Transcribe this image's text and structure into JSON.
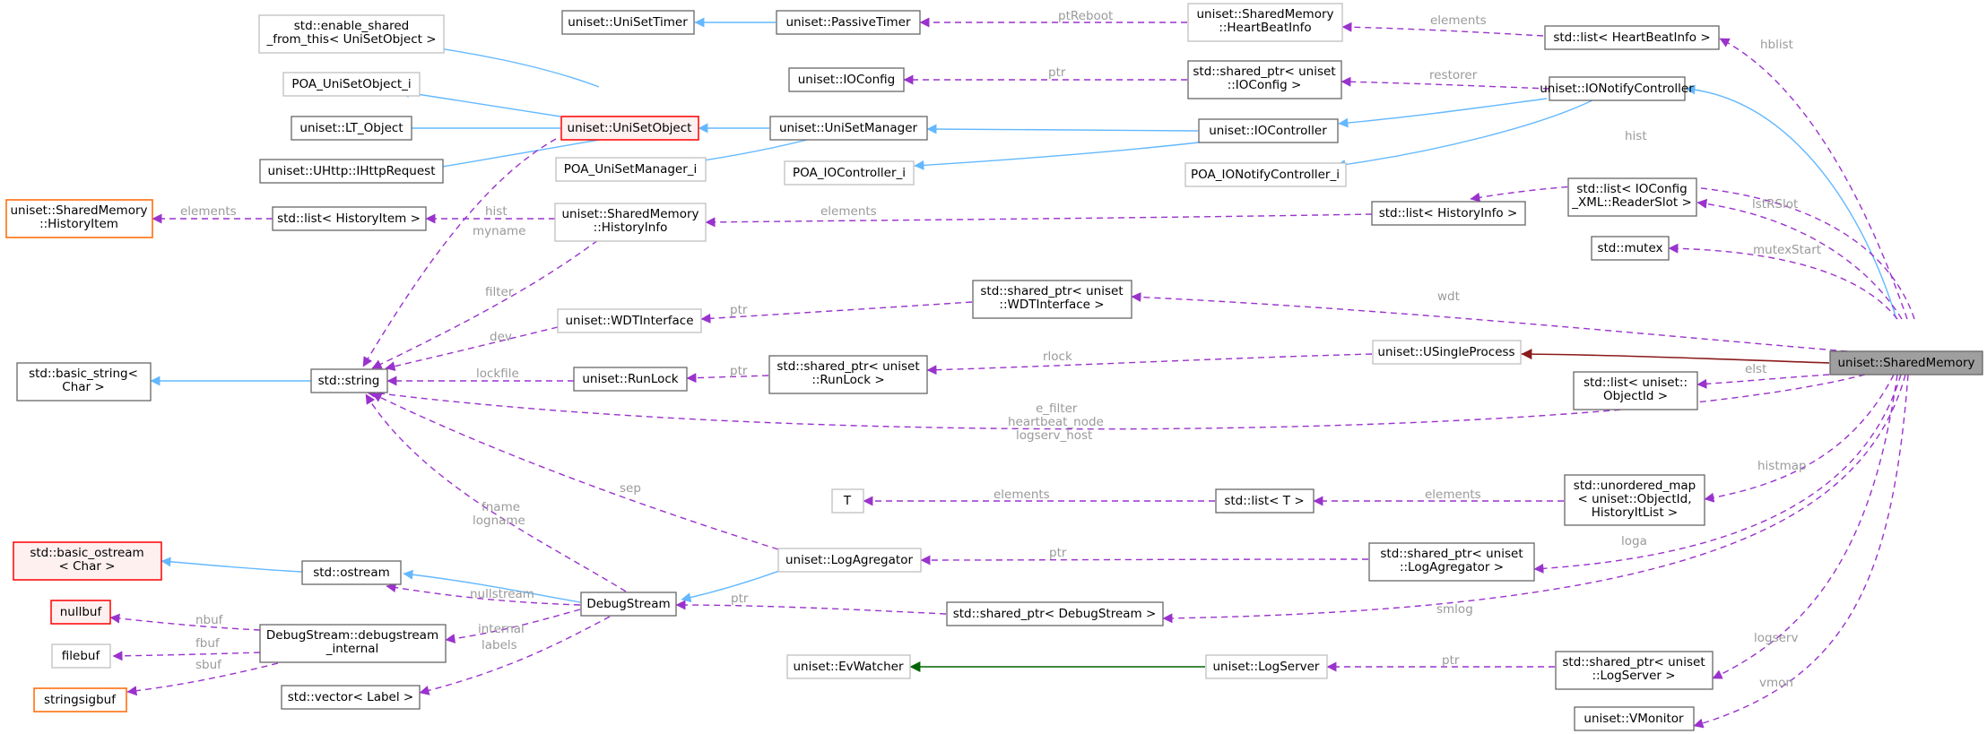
{
  "nodes": {
    "enable_shared": [
      "std::enable_shared",
      "_from_this< UniSetObject >"
    ],
    "poa_unisetobject": [
      "POA_UniSetObject_i"
    ],
    "lt_object": [
      "uniset::LT_Object"
    ],
    "ihttprequest": [
      "uniset::UHttp::IHttpRequest"
    ],
    "unisettimer": [
      "uniset::UniSetTimer"
    ],
    "passivetimer": [
      "uniset::PassiveTimer"
    ],
    "heartbeatinfo": [
      "uniset::SharedMemory",
      "::HeartBeatInfo"
    ],
    "list_heartbeat": [
      "std::list< HeartBeatInfo >"
    ],
    "ioconfig": [
      "uniset::IOConfig"
    ],
    "sp_ioconfig": [
      "std::shared_ptr< uniset",
      "::IOConfig >"
    ],
    "ionotifycontroller": [
      "uniset::IONotifyController"
    ],
    "unisetobject": [
      "uniset::UniSetObject"
    ],
    "unisetmanager": [
      "uniset::UniSetManager"
    ],
    "iocontroller": [
      "uniset::IOController"
    ],
    "poa_unisetmanager": [
      "POA_UniSetManager_i"
    ],
    "poa_iocontroller": [
      "POA_IOController_i"
    ],
    "poa_ionotify": [
      "POA_IONotifyController_i"
    ],
    "historyitem": [
      "uniset::SharedMemory",
      "::HistoryItem"
    ],
    "list_historyitem": [
      "std::list< HistoryItem >"
    ],
    "historyinfo": [
      "uniset::SharedMemory",
      "::HistoryInfo"
    ],
    "list_historyinfo": [
      "std::list< HistoryInfo >"
    ],
    "list_readerslot": [
      "std::list< IOConfig",
      "_XML::ReaderSlot >"
    ],
    "mutex": [
      "std::mutex"
    ],
    "wdtinterface": [
      "uniset::WDTInterface"
    ],
    "sp_wdt": [
      "std::shared_ptr< uniset",
      "::WDTInterface >"
    ],
    "basic_string": [
      "std::basic_string<",
      "Char >"
    ],
    "string": [
      "std::string"
    ],
    "runlock": [
      "uniset::RunLock"
    ],
    "sp_runlock": [
      "std::shared_ptr< uniset",
      "::RunLock >"
    ],
    "usingleprocess": [
      "uniset::USingleProcess"
    ],
    "sharedmemory": [
      "uniset::SharedMemory"
    ],
    "list_objectid": [
      "std::list< uniset::",
      "ObjectId >"
    ],
    "t": [
      "T"
    ],
    "list_t": [
      "std::list< T >"
    ],
    "unordered_map": [
      "std::unordered_map",
      "< uniset::ObjectId,",
      "HistoryItList >"
    ],
    "basic_ostream": [
      "std::basic_ostream",
      "< Char >"
    ],
    "ostream": [
      "std::ostream"
    ],
    "logagregator": [
      "uniset::LogAgregator"
    ],
    "sp_logagregator": [
      "std::shared_ptr< uniset",
      "::LogAgregator >"
    ],
    "nullbuf": [
      "nullbuf"
    ],
    "filebuf": [
      "filebuf"
    ],
    "stringsigbuf": [
      "stringsigbuf"
    ],
    "debugstream_internal": [
      "DebugStream::debugstream",
      "_internal"
    ],
    "debugstream": [
      "DebugStream"
    ],
    "sp_debugstream": [
      "std::shared_ptr< DebugStream >"
    ],
    "vector_label": [
      "std::vector< Label >"
    ],
    "evwatcher": [
      "uniset::EvWatcher"
    ],
    "logserver": [
      "uniset::LogServer"
    ],
    "sp_logserver": [
      "std::shared_ptr< uniset",
      "::LogServer >"
    ],
    "vmonitor": [
      "uniset::VMonitor"
    ]
  },
  "edge_labels": {
    "ptreboot": [
      "ptReboot"
    ],
    "elements_hb": [
      "elements"
    ],
    "hblist": [
      "hblist"
    ],
    "ptr_ioconfig": [
      "ptr"
    ],
    "restorer": [
      "restorer"
    ],
    "hist": [
      "hist"
    ],
    "elements_hi": [
      "elements"
    ],
    "elements_hinfo": [
      "elements"
    ],
    "hist_lower": [
      "hist"
    ],
    "lstrslot": [
      "lstRSlot"
    ],
    "mutexstart": [
      "mutexStart"
    ],
    "myname": [
      "myname"
    ],
    "filter": [
      "filter"
    ],
    "ptr_wdt": [
      "ptr"
    ],
    "wdt": [
      "wdt"
    ],
    "dev": [
      "dev"
    ],
    "lockfile": [
      "lockfile"
    ],
    "ptr_runlock": [
      "ptr"
    ],
    "rlock": [
      "rlock"
    ],
    "elst": [
      "elst"
    ],
    "filter_multi": [
      "e_filter",
      "heartbeat_node",
      "logserv_host"
    ],
    "sep": [
      "sep"
    ],
    "elements_t": [
      "elements"
    ],
    "elements_listt": [
      "elements"
    ],
    "histmap": [
      "histmap"
    ],
    "fname": [
      "fname",
      "logname"
    ],
    "ptr_logagr": [
      "ptr"
    ],
    "loga": [
      "loga"
    ],
    "nullstream": [
      "nullstream"
    ],
    "ptr_debug": [
      "ptr"
    ],
    "smlog": [
      "smlog"
    ],
    "nbuf": [
      "nbuf"
    ],
    "internal": [
      "internal"
    ],
    "fbuf": [
      "fbuf"
    ],
    "sbuf": [
      "sbuf"
    ],
    "labels": [
      "labels"
    ],
    "ptr_logserver": [
      "ptr"
    ],
    "logserv": [
      "logserv"
    ],
    "vmon": [
      "vmon"
    ]
  },
  "colors": {
    "inheritance": "#63b8ff",
    "usage": "#9a32cd",
    "private_inheritance": "#8b1a1a",
    "protected_inheritance": "#006400",
    "edge_label": "#9a9a9a",
    "undocumented_border": "#bfbfbf",
    "documented_border": "#666666",
    "highlight_node_fill": "#9f9f9f",
    "red_border": "#ff0000",
    "orange_border": "#ff6600"
  }
}
